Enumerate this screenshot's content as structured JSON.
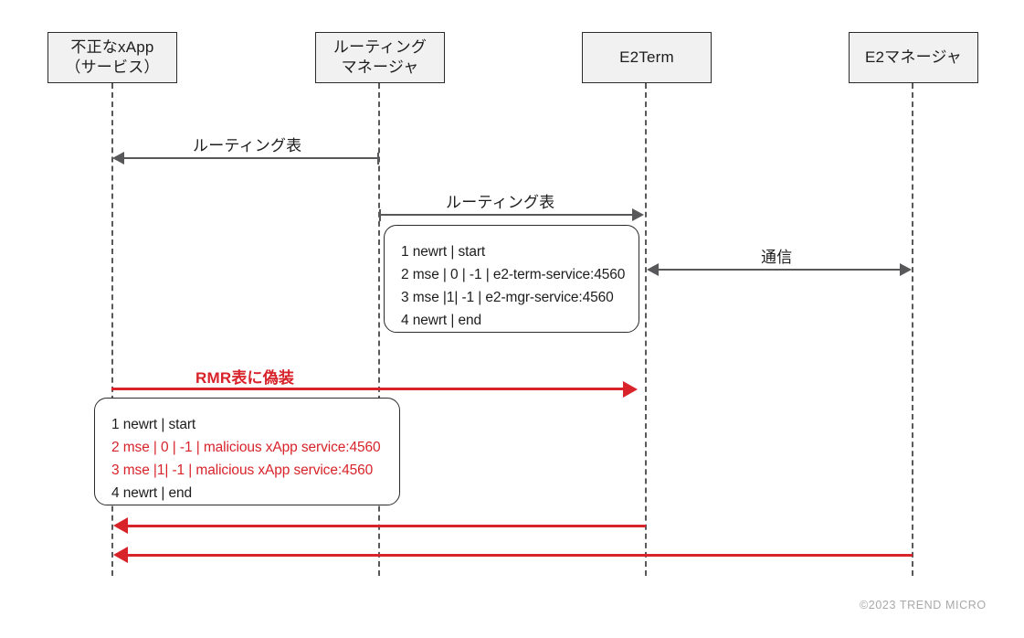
{
  "diagram": {
    "title": "Malicious xApp RMR routing table spoofing sequence",
    "colors": {
      "accent_red": "#d8232a",
      "line_gray": "#58585a",
      "actor_fill": "#f1f1f1",
      "actor_border": "#2b2b2b",
      "copyright_gray": "#a9a9a9"
    }
  },
  "actors": [
    {
      "id": "xapp",
      "line1": "不正なxApp",
      "line2": "（サービス）"
    },
    {
      "id": "rtmgr",
      "line1": "ルーティング",
      "line2": "マネージャ"
    },
    {
      "id": "e2term",
      "line1": "E2Term",
      "line2": ""
    },
    {
      "id": "e2mgr",
      "line1": "E2マネージャ",
      "line2": ""
    }
  ],
  "messages": [
    {
      "id": "rt-to-xapp",
      "label": "ルーティング表",
      "color": "gray",
      "direction": "left"
    },
    {
      "id": "rt-to-e2term",
      "label": "ルーティング表",
      "color": "gray",
      "direction": "right"
    },
    {
      "id": "e2term-e2mgr",
      "label": "通信",
      "color": "gray",
      "direction": "both"
    },
    {
      "id": "rmr-spoof",
      "label": "RMR表に偽装",
      "color": "red",
      "direction": "right"
    },
    {
      "id": "e2term-reply",
      "label": "",
      "color": "red",
      "direction": "left"
    },
    {
      "id": "e2mgr-reply",
      "label": "",
      "color": "red",
      "direction": "left"
    }
  ],
  "notes": [
    {
      "id": "legit-routing-table",
      "lines": [
        {
          "text": "1 newrt | start",
          "color": "black"
        },
        {
          "text": "2 mse | 0 | -1 | e2-term-service:4560",
          "color": "black"
        },
        {
          "text": "3 mse |1| -1 | e2-mgr-service:4560",
          "color": "black"
        },
        {
          "text": "4 newrt | end",
          "color": "black"
        }
      ]
    },
    {
      "id": "spoofed-routing-table",
      "lines": [
        {
          "text": "1 newrt | start",
          "color": "black"
        },
        {
          "text": "2 mse | 0 | -1 | malicious xApp service:4560",
          "color": "red"
        },
        {
          "text": "3 mse |1| -1 | malicious xApp service:4560",
          "color": "red"
        },
        {
          "text": "4 newrt | end",
          "color": "black"
        }
      ]
    }
  ],
  "footer": {
    "copyright": "©2023 TREND MICRO"
  }
}
